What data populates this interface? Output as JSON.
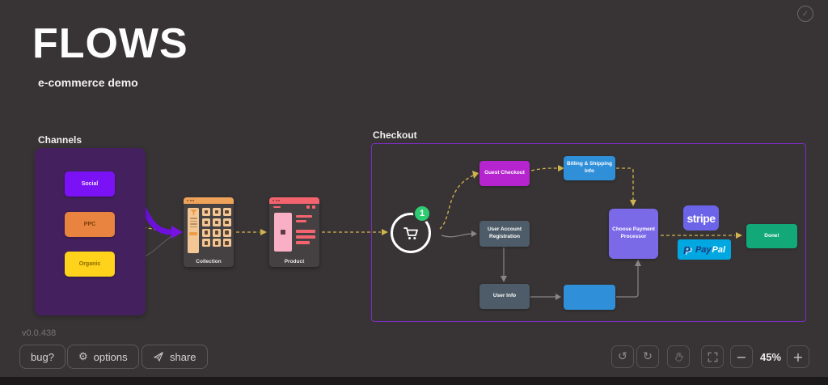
{
  "app": {
    "title": "FLOWS",
    "subtitle": "e-commerce demo",
    "version": "v0.0.438",
    "zoom_level": "45%"
  },
  "channels": {
    "label": "Channels",
    "items": [
      {
        "label": "Social",
        "color": "#7a12f5"
      },
      {
        "label": "PPC",
        "color": "#e8843f"
      },
      {
        "label": "Organic",
        "color": "#ffd21c"
      }
    ]
  },
  "cards": {
    "collection": {
      "label": "Collection"
    },
    "product": {
      "label": "Product"
    }
  },
  "checkout": {
    "label": "Checkout",
    "cart_badge": "1",
    "nodes": {
      "guest": {
        "label": "Guest Checkout",
        "color": "#b524cf"
      },
      "billing_top": {
        "label": "Billing & Shipping Info",
        "color": "#2f8fd9"
      },
      "user_account": {
        "label": "User Account Registration",
        "color": "#4d5c68"
      },
      "user_info": {
        "label": "User Info",
        "color": "#4d5c68"
      },
      "payment": {
        "label": "Choose Payment Processor",
        "color": "#7a6ae8"
      },
      "done": {
        "label": "Done!",
        "color": "#12a878"
      }
    },
    "logos": {
      "stripe": "stripe",
      "paypal_monogram": "P",
      "paypal_pay": "Pay",
      "paypal_pal": "Pal"
    },
    "edges": [
      {
        "from": "social",
        "to": "collection",
        "style": "thick-purple"
      },
      {
        "from": "ppc",
        "to": "collection",
        "style": "dashed-yellow"
      },
      {
        "from": "organic",
        "to": "collection",
        "style": "thin-gray"
      },
      {
        "from": "collection",
        "to": "product",
        "style": "dashed-yellow"
      },
      {
        "from": "product",
        "to": "cart",
        "style": "dashed-yellow"
      },
      {
        "from": "cart",
        "to": "guest",
        "style": "dashed-yellow"
      },
      {
        "from": "cart",
        "to": "user_account",
        "style": "solid-gray"
      },
      {
        "from": "guest",
        "to": "billing_top",
        "style": "dashed-yellow"
      },
      {
        "from": "billing_top",
        "to": "payment",
        "style": "dashed-yellow"
      },
      {
        "from": "user_account",
        "to": "user_info",
        "style": "solid-gray"
      },
      {
        "from": "user_info",
        "to": "billing_bottom",
        "style": "solid-gray"
      },
      {
        "from": "billing_bottom",
        "to": "payment",
        "style": "solid-gray"
      },
      {
        "from": "payment",
        "to": "done",
        "style": "dashed-yellow"
      }
    ]
  },
  "toolbar": {
    "bug_label": "bug?",
    "options_label": "options",
    "share_label": "share"
  },
  "icons": {
    "check": "✓",
    "gear": "⚙",
    "undo": "↺",
    "redo": "↻",
    "minus": "−",
    "plus": "+"
  },
  "colors": {
    "background": "#383435",
    "channels_container": "#44215e",
    "checkout_border": "#7c2fbf",
    "dashed_edge": "#d2b44e",
    "solid_edge": "#8a8687",
    "badge_green": "#2ecc71",
    "stripe_bg": "#6b63e8",
    "paypal_bg": "#00a7e0"
  }
}
